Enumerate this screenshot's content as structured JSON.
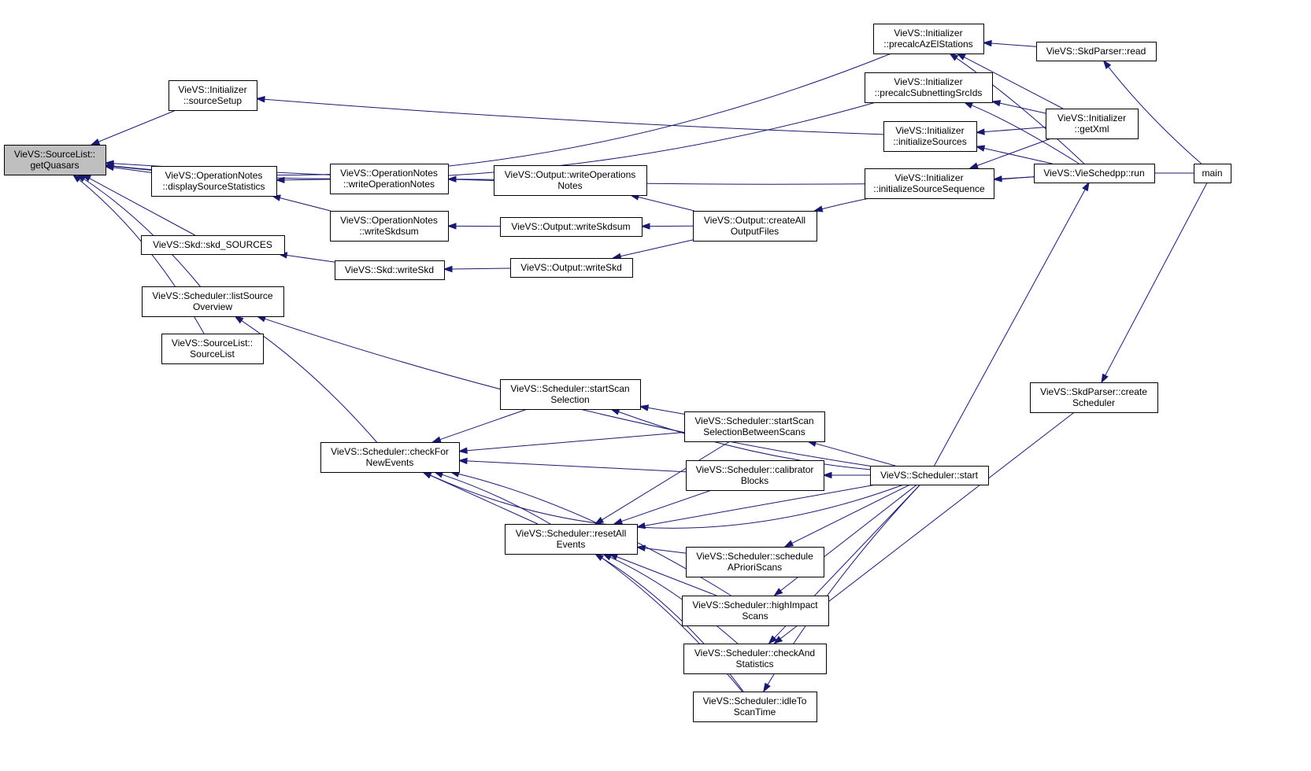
{
  "colors": {
    "edge": "#191970",
    "current_node_fill": "#bfbfbf",
    "node_fill": "#ffffff",
    "node_border": "#000000"
  },
  "nodes": {
    "getQuasars": [
      "VieVS::SourceList::",
      "getQuasars"
    ],
    "sourceSetup": [
      "VieVS::Initializer",
      "::sourceSetup"
    ],
    "displaySourceStatistics": [
      "VieVS::OperationNotes",
      "::displaySourceStatistics"
    ],
    "skdSources": [
      "VieVS::Skd::skd_SOURCES"
    ],
    "listSourceOverview": [
      "VieVS::Scheduler::listSource",
      "Overview"
    ],
    "sourceListCtor": [
      "VieVS::SourceList::",
      "SourceList"
    ],
    "writeOperationNotes": [
      "VieVS::OperationNotes",
      "::writeOperationNotes"
    ],
    "writeSkdsumNotes": [
      "VieVS::OperationNotes",
      "::writeSkdsum"
    ],
    "skdWriteSkd": [
      "VieVS::Skd::writeSkd"
    ],
    "outWriteOperationsNotes": [
      "VieVS::Output::writeOperations",
      "Notes"
    ],
    "outWriteSkdsum": [
      "VieVS::Output::writeSkdsum"
    ],
    "outWriteSkd": [
      "VieVS::Output::writeSkd"
    ],
    "createAllOutputFiles": [
      "VieVS::Output::createAll",
      "OutputFiles"
    ],
    "precalcAzEl": [
      "VieVS::Initializer",
      "::precalcAzElStations"
    ],
    "precalcSubnetting": [
      "VieVS::Initializer",
      "::precalcSubnettingSrcIds"
    ],
    "initializeSources": [
      "VieVS::Initializer",
      "::initializeSources"
    ],
    "initializeSourceSequence": [
      "VieVS::Initializer",
      "::initializeSourceSequence"
    ],
    "skdParserRead": [
      "VieVS::SkdParser::read"
    ],
    "getXml": [
      "VieVS::Initializer",
      "::getXml"
    ],
    "vieSchedppRun": [
      "VieVS::VieSchedpp::run"
    ],
    "main": [
      "main"
    ],
    "createScheduler": [
      "VieVS::SkdParser::create",
      "Scheduler"
    ],
    "checkForNewEvents": [
      "VieVS::Scheduler::checkFor",
      "NewEvents"
    ],
    "startScanSelection": [
      "VieVS::Scheduler::startScan",
      "Selection"
    ],
    "startScanSelectionBetween": [
      "VieVS::Scheduler::startScan",
      "SelectionBetweenScans"
    ],
    "calibratorBlocks": [
      "VieVS::Scheduler::calibrator",
      "Blocks"
    ],
    "resetAllEvents": [
      "VieVS::Scheduler::resetAll",
      "Events"
    ],
    "scheduleAPrioriScans": [
      "VieVS::Scheduler::schedule",
      "APrioriScans"
    ],
    "highImpactScans": [
      "VieVS::Scheduler::highImpact",
      "Scans"
    ],
    "checkAndStatistics": [
      "VieVS::Scheduler::checkAnd",
      "Statistics"
    ],
    "idleToScanTime": [
      "VieVS::Scheduler::idleTo",
      "ScanTime"
    ],
    "schedulerStart": [
      "VieVS::Scheduler::start"
    ]
  },
  "edges": [
    [
      "sourceSetup",
      "getQuasars"
    ],
    [
      "displaySourceStatistics",
      "getQuasars"
    ],
    [
      "skdSources",
      "getQuasars"
    ],
    [
      "listSourceOverview",
      "getQuasars"
    ],
    [
      "sourceListCtor",
      "getQuasars"
    ],
    [
      "precalcAzEl",
      "getQuasars"
    ],
    [
      "precalcSubnetting",
      "getQuasars"
    ],
    [
      "initializeSourceSequence",
      "getQuasars"
    ],
    [
      "initializeSources",
      "sourceSetup"
    ],
    [
      "writeOperationNotes",
      "displaySourceStatistics"
    ],
    [
      "writeSkdsumNotes",
      "displaySourceStatistics"
    ],
    [
      "skdWriteSkd",
      "skdSources"
    ],
    [
      "schedulerStart",
      "listSourceOverview"
    ],
    [
      "checkForNewEvents",
      "listSourceOverview"
    ],
    [
      "outWriteOperationsNotes",
      "writeOperationNotes"
    ],
    [
      "outWriteSkdsum",
      "writeSkdsumNotes"
    ],
    [
      "outWriteSkd",
      "skdWriteSkd"
    ],
    [
      "createAllOutputFiles",
      "outWriteOperationsNotes"
    ],
    [
      "createAllOutputFiles",
      "outWriteSkdsum"
    ],
    [
      "createAllOutputFiles",
      "outWriteSkd"
    ],
    [
      "vieSchedppRun",
      "createAllOutputFiles"
    ],
    [
      "skdParserRead",
      "precalcAzEl"
    ],
    [
      "getXml",
      "precalcAzEl"
    ],
    [
      "vieSchedppRun",
      "precalcAzEl"
    ],
    [
      "getXml",
      "precalcSubnetting"
    ],
    [
      "vieSchedppRun",
      "precalcSubnetting"
    ],
    [
      "getXml",
      "initializeSources"
    ],
    [
      "vieSchedppRun",
      "initializeSources"
    ],
    [
      "vieSchedppRun",
      "initializeSourceSequence"
    ],
    [
      "getXml",
      "initializeSourceSequence"
    ],
    [
      "main",
      "skdParserRead"
    ],
    [
      "main",
      "vieSchedppRun"
    ],
    [
      "schedulerStart",
      "vieSchedppRun"
    ],
    [
      "main",
      "createScheduler"
    ],
    [
      "startScanSelection",
      "checkForNewEvents"
    ],
    [
      "startScanSelectionBetween",
      "checkForNewEvents"
    ],
    [
      "calibratorBlocks",
      "checkForNewEvents"
    ],
    [
      "resetAllEvents",
      "checkForNewEvents"
    ],
    [
      "highImpactScans",
      "checkForNewEvents"
    ],
    [
      "idleToScanTime",
      "checkForNewEvents"
    ],
    [
      "schedulerStart",
      "checkForNewEvents"
    ],
    [
      "schedulerStart",
      "startScanSelection"
    ],
    [
      "startScanSelectionBetween",
      "startScanSelection"
    ],
    [
      "schedulerStart",
      "startScanSelectionBetween"
    ],
    [
      "schedulerStart",
      "calibratorBlocks"
    ],
    [
      "schedulerStart",
      "resetAllEvents"
    ],
    [
      "startScanSelectionBetween",
      "resetAllEvents"
    ],
    [
      "calibratorBlocks",
      "resetAllEvents"
    ],
    [
      "scheduleAPrioriScans",
      "resetAllEvents"
    ],
    [
      "highImpactScans",
      "resetAllEvents"
    ],
    [
      "checkAndStatistics",
      "resetAllEvents"
    ],
    [
      "idleToScanTime",
      "resetAllEvents"
    ],
    [
      "schedulerStart",
      "scheduleAPrioriScans"
    ],
    [
      "schedulerStart",
      "highImpactScans"
    ],
    [
      "schedulerStart",
      "checkAndStatistics"
    ],
    [
      "createScheduler",
      "checkAndStatistics"
    ],
    [
      "schedulerStart",
      "idleToScanTime"
    ]
  ]
}
